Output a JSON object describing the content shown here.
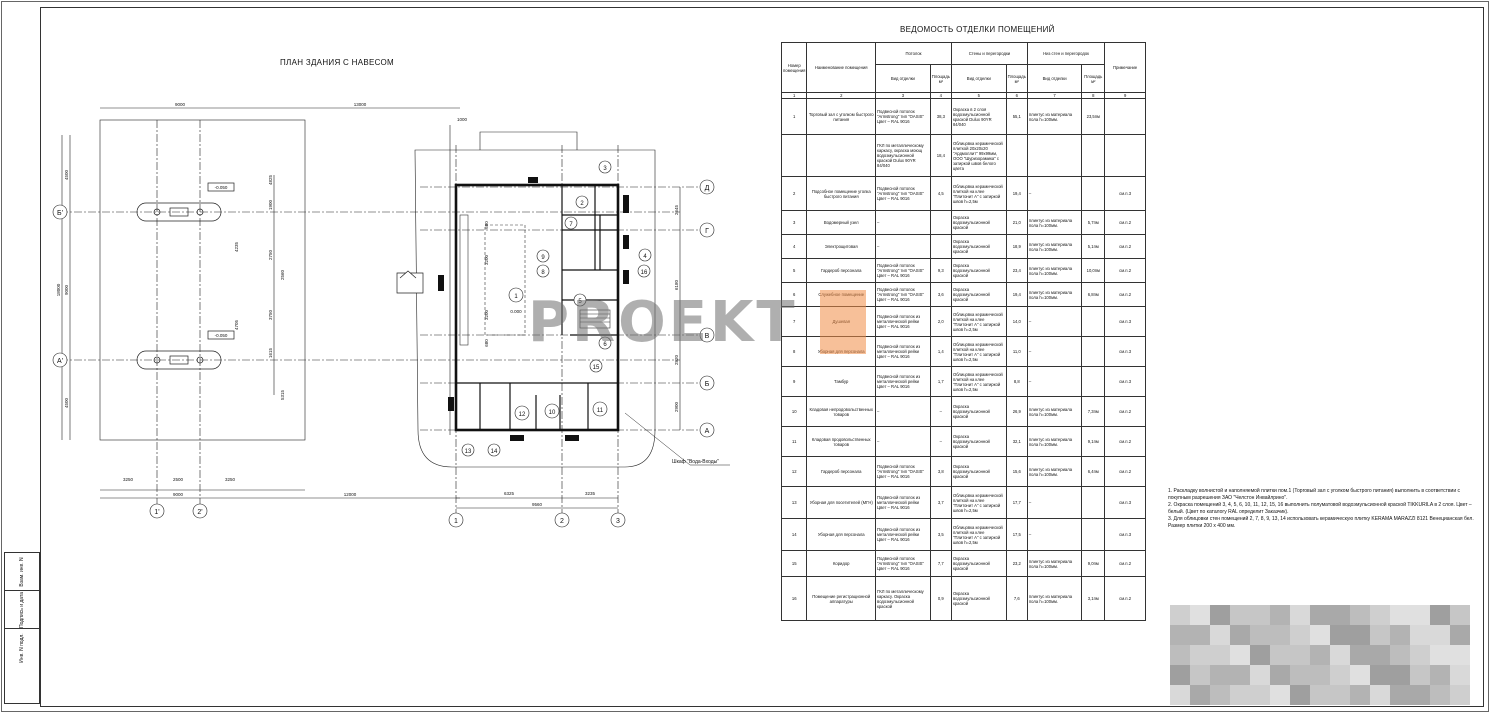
{
  "plan": {
    "title": "ПЛАН ЗДАНИЯ С НАВЕСОМ",
    "row_axes": [
      "Д",
      "Г",
      "В",
      "Б",
      "А"
    ],
    "col_axes": [
      "1",
      "2",
      "3"
    ],
    "canopy_axes_rows": [
      "Б'",
      "А'"
    ],
    "canopy_axes_cols": [
      "1'",
      "2'"
    ],
    "dims_top": [
      "9000",
      "13000",
      "1000"
    ],
    "dims_bottom": [
      "3250",
      "2500",
      "3250",
      "9000",
      "12000",
      "6325",
      "3235",
      "9560"
    ],
    "dims_left": [
      "4500",
      "9000",
      "4500",
      "18000"
    ],
    "dims_right": [
      "2645",
      "6180",
      "2820",
      "2900"
    ],
    "dims_inner": [
      "4825",
      "1900",
      "2750",
      "2560",
      "3750",
      "1615",
      "5315",
      "4235",
      "4705",
      "3200",
      "3200",
      "680",
      "680"
    ],
    "levels": [
      "-0.050",
      "-0.050"
    ],
    "room_tag": "1",
    "room_level": "0.000",
    "room_numbers": [
      "1",
      "2",
      "3",
      "4",
      "5",
      "6",
      "7",
      "8",
      "9",
      "10",
      "11",
      "12",
      "13",
      "14",
      "15",
      "16"
    ],
    "callout": "Шкаф \"Вода-Входы\""
  },
  "schedule": {
    "title": "ВЕДОМОСТЬ ОТДЕЛКИ ПОМЕЩЕНИЙ",
    "headers": {
      "room_no": "Номер помещения",
      "room_name": "Наименование помещения",
      "ceiling": "Потолок",
      "walls": "Стены и перегородки",
      "lower": "Низ стен и перегородок",
      "note": "Примечание",
      "finish_type": "Вид отделки",
      "area": "Площадь м²"
    },
    "col_numbers": [
      "1",
      "2",
      "3",
      "4",
      "5",
      "6",
      "7",
      "8",
      "9"
    ],
    "rows": [
      {
        "no": "1",
        "name": "Торговый зал с уголком быстрого питания",
        "ceil": "Подвесной потолок \"Armstrong\" тип \"OASIS\" Цвет – RAL 9016",
        "ceil_a": "38,3",
        "wall": "Окраска в 2 слоя водоэмульсионной краской Dulux 90YR 84/040",
        "wall_a": "55,1",
        "low": "плинтус из материала пола h=100мм.",
        "low_a": "23,5пм",
        "note": ""
      },
      {
        "no": "",
        "name": "",
        "ceil": "ГКЛ по металлическому каркасу, окраска моющ водоэмульсионной краской Dulux 90YR 84/040",
        "ceil_a": "18,4",
        "wall": "Облицовка керамической плиткой 20х20х20 \"Ардмоллит\" 99х99мм, ООО \"Шуризорамика\" с затиркой швов белого цвета",
        "wall_a": "",
        "low": "",
        "low_a": "",
        "note": ""
      },
      {
        "no": "2",
        "name": "Подсобное помещение уголка быстрого питания",
        "ceil": "Подвесной потолок \"Armstrong\" тип \"OASIS\" Цвет – RAL 9016",
        "ceil_a": "4,5",
        "wall": "Облицовка керамической плиткой на клее \"Плитонит А\" с затиркой швов h=2,5м",
        "wall_a": "19,4",
        "low": "–",
        "low_a": "",
        "note": "см.п.3"
      },
      {
        "no": "3",
        "name": "Водомерный узел",
        "ceil": "–",
        "ceil_a": "",
        "wall": "Окраска водоэмульсионной краской",
        "wall_a": "21,0",
        "low": "плинтус из материала пола h=100мм.",
        "low_a": "5,7пм",
        "note": "см.п.2"
      },
      {
        "no": "4",
        "name": "Электрощитовая",
        "ceil": "–",
        "ceil_a": "",
        "wall": "Окраска водоэмульсионной краской",
        "wall_a": "18,9",
        "low": "плинтус из материала пола h=100мм.",
        "low_a": "5,1пм",
        "note": "см.п.2"
      },
      {
        "no": "5",
        "name": "Гардероб персонала",
        "ceil": "Подвесной потолок \"Armstrong\" тип \"OASIS\" Цвет – RAL 9016",
        "ceil_a": "9,3",
        "wall": "Окраска водоэмульсионной краской",
        "wall_a": "23,4",
        "low": "плинтус из материала пола h=100мм.",
        "low_a": "10,0пм",
        "note": "см.п.2"
      },
      {
        "no": "6",
        "name": "Служебное помещение",
        "ceil": "Подвесной потолок \"Armstrong\" тип \"OASIS\" Цвет – RAL 9016",
        "ceil_a": "3,6",
        "wall": "Окраска водоэмульсионной краской",
        "wall_a": "19,4",
        "low": "плинтус из материала пола h=100мм.",
        "low_a": "6,8пм",
        "note": "см.п.2"
      },
      {
        "no": "7",
        "name": "Душевая",
        "ceil": "Подвесной потолок из металлической рейки Цвет – RAL 9016",
        "ceil_a": "2,0",
        "wall": "Облицовка керамической плиткой на клее \"Плитонит А\" с затиркой швов h=2,5м",
        "wall_a": "14,0",
        "low": "–",
        "low_a": "",
        "note": "см.п.3"
      },
      {
        "no": "8",
        "name": "Уборная для персонала",
        "ceil": "Подвесной потолок из металлической рейки Цвет – RAL 9016",
        "ceil_a": "1,4",
        "wall": "Облицовка керамической плиткой на клее \"Плитонит А\" с затиркой швов h=2,5м",
        "wall_a": "11,0",
        "low": "–",
        "low_a": "",
        "note": "см.п.3"
      },
      {
        "no": "9",
        "name": "Тамбур",
        "ceil": "Подвесной потолок из металлической рейки Цвет – RAL 9016",
        "ceil_a": "1,7",
        "wall": "Облицовка керамической плиткой на клее \"Плитонит А\" с затиркой швов h=2,5м",
        "wall_a": "8,8",
        "low": "–",
        "low_a": "",
        "note": "см.п.3"
      },
      {
        "no": "10",
        "name": "Кладовая непродовольственных товаров",
        "ceil": "–",
        "ceil_a": "–",
        "wall": "Окраска водоэмульсионной краской",
        "wall_a": "26,9",
        "low": "плинтус из материала пола h=100мм.",
        "low_a": "7,3пм",
        "note": "см.п.2"
      },
      {
        "no": "11",
        "name": "Кладовая продовольственных товаров",
        "ceil": "–",
        "ceil_a": "–",
        "wall": "Окраска водоэмульсионной краской",
        "wall_a": "32,1",
        "low": "плинтус из материала пола h=100мм.",
        "low_a": "9,1пм",
        "note": "см.п.2"
      },
      {
        "no": "12",
        "name": "Гардероб персонала",
        "ceil": "Подвесной потолок \"Armstrong\" тип \"OASIS\" Цвет – RAL 9016",
        "ceil_a": "3,8",
        "wall": "Окраска водоэмульсионной краской",
        "wall_a": "15,6",
        "low": "плинтус из материала пола h=100мм.",
        "low_a": "6,4пм",
        "note": "см.п.2"
      },
      {
        "no": "13",
        "name": "Уборная для посетителей (МГН)",
        "ceil": "Подвесной потолок из металлической рейки Цвет – RAL 9016",
        "ceil_a": "3,7",
        "wall": "Облицовка керамической плиткой на клее \"Плитонит А\" с затиркой швов h=2,5м",
        "wall_a": "17,7",
        "low": "–",
        "low_a": "",
        "note": "см.п.3"
      },
      {
        "no": "14",
        "name": "Уборная для персонала",
        "ceil": "Подвесной потолок из металлической рейки Цвет – RAL 9016",
        "ceil_a": "3,5",
        "wall": "Облицовка керамической плиткой на клее \"Плитонит А\" с затиркой швов h=2,5м",
        "wall_a": "17,5",
        "low": "–",
        "low_a": "",
        "note": "см.п.3"
      },
      {
        "no": "15",
        "name": "Коридор",
        "ceil": "Подвесной потолок \"Armstrong\" тип \"OASIS\" Цвет – RAL 9016",
        "ceil_a": "7,7",
        "wall": "Окраска водоэмульсионной краской",
        "wall_a": "23,2",
        "low": "плинтус из материала пола h=100мм.",
        "low_a": "9,0пм",
        "note": "см.п.2"
      },
      {
        "no": "16",
        "name": "Помещение регистрационной аппаратуры",
        "ceil": "ГКЛ по металлическому каркасу. Окраска водоэмульсионной краской",
        "ceil_a": "0,9",
        "wall": "Окраска водоэмульсионной краской",
        "wall_a": "7,6",
        "low": "плинтус из материала пола h=100мм.",
        "low_a": "3,1пм",
        "note": "см.п.2"
      }
    ]
  },
  "notes": [
    "1. Раскладку волнистой и наполняемой плитки пом.1 (Торговый зал с уголком быстрого питания) выполнить в соответствии с покупным разрешения ЗАО \"Челстон Инвайлрино\".",
    "2. Окраска помещений 3, 4, 5, 6, 10, 11, 12, 15, 16 выполнить полуматовой водоэмульсионной краской TIKKURILA в 2 слоя. Цвет – белый. (Цвет по каталогу RAL определит Заказчик).",
    "3. Для облицовки стен помещений 2, 7, 8, 9, 13, 14 использовать керамическую плитку KERAMA MARAZZI 8121 Венецианская бел. Размер плитки 200 x 400 мм."
  ],
  "stamp": [
    "Взам. инв. N",
    "Подпись и дата",
    "Инв. N подл."
  ],
  "watermark": "PROEKT",
  "colors": {
    "line": "#222222",
    "watermark": "#6e6e6e",
    "accent": "#f08c46"
  }
}
